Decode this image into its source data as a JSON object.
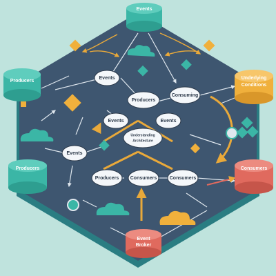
{
  "nodes": {
    "top_events": "Events",
    "left_producers": "Producers",
    "right_underlying": "Underlying",
    "right_underlying_2": "Conditions",
    "left_events_oval": "Events",
    "center_producers": "Producers",
    "right_consuming": "Consuming",
    "center_events_left": "Events",
    "center_events_right": "Events",
    "center_core_1": "Understanding",
    "center_core_2": "Architecture",
    "left_events_lower": "Events",
    "left_producers_lower": "Producers",
    "center_producers_lower": "Producers",
    "center_consumers": "Consumers",
    "right_consumers_oval": "Consumers",
    "right_consumers": "Consumers",
    "bottom_broker_1": "Event",
    "bottom_broker_2": "Broker"
  },
  "colors": {
    "background": "#bfe3dd",
    "platform": "#3e5670",
    "platform_edge": "#2a7d82",
    "teal": "#3bb6a6",
    "orange": "#f0b03c",
    "red": "#e06a5e",
    "line": "#dfe7ee",
    "accent_arrow": "#e9a93a"
  }
}
